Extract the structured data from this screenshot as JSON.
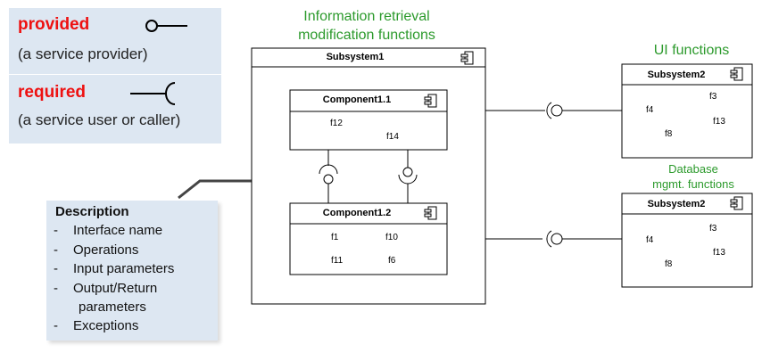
{
  "legend": {
    "provided_label": "provided",
    "provided_desc": "(a service provider)",
    "required_label": "required",
    "required_desc": "(a service user or caller)"
  },
  "description": {
    "title": "Description",
    "items": [
      {
        "bullet": "-",
        "text": "Interface name"
      },
      {
        "bullet": "-",
        "text": "Operations"
      },
      {
        "bullet": "-",
        "text": "Input parameters"
      },
      {
        "bullet": "-",
        "text": "Output/Return"
      },
      {
        "bullet": "",
        "text": "parameters"
      },
      {
        "bullet": "-",
        "text": "Exceptions"
      }
    ]
  },
  "headings": {
    "info_line1": "Information retrieval",
    "info_line2": "modification functions",
    "ui": "UI functions",
    "db_line1": "Database",
    "db_line2": "mgmt. functions"
  },
  "subsystem1": {
    "title": "Subsystem1",
    "component11": {
      "title": "Component1.1",
      "functions": [
        "f12",
        "f14"
      ]
    },
    "component12": {
      "title": "Component1.2",
      "functions": [
        "f1",
        "f10",
        "f11",
        "f6"
      ]
    }
  },
  "subsystem2_ui": {
    "title": "Subsystem2",
    "functions": [
      "f3",
      "f4",
      "f13",
      "f8"
    ]
  },
  "subsystem2_db": {
    "title": "Subsystem2",
    "functions": [
      "f3",
      "f4",
      "f13",
      "f8"
    ]
  },
  "colors": {
    "legend_bg": "#dde7f2",
    "required_red": "#ee1111",
    "heading_green": "#2c9a2c"
  }
}
